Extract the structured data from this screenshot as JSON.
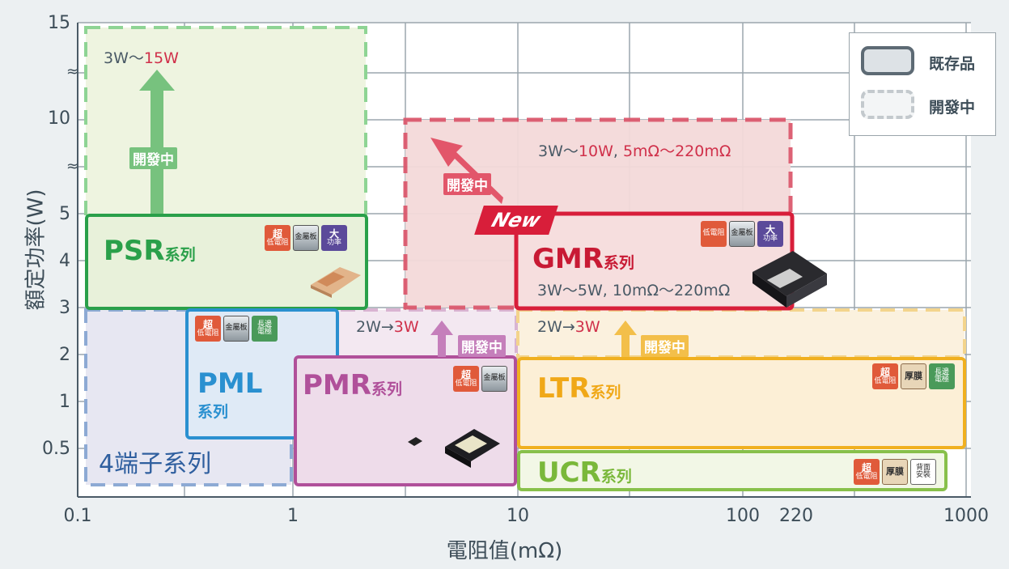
{
  "chart_data": {
    "type": "diagram",
    "xlabel": "電阻值(mΩ)",
    "ylabel": "額定功率(W)",
    "x_ticks": [
      "0.1",
      "1",
      "10",
      "100",
      "220",
      "1000"
    ],
    "y_ticks": [
      "15",
      "10",
      "5",
      "4",
      "3",
      "2",
      "1",
      "0.5"
    ],
    "x_scale": "log",
    "grid": true,
    "legend": {
      "position": "top-right",
      "existing_label": "既存品",
      "developing_label": "開發中"
    },
    "new_label": "New",
    "series": [
      {
        "id": "psr",
        "name": "PSR",
        "suffix": "系列",
        "status": "existing",
        "color": "#2aa04a",
        "badges": [
          {
            "type": "ultra",
            "top": "超",
            "bottom": "低電阻"
          },
          {
            "type": "metal",
            "top": "金屬板"
          },
          {
            "type": "power",
            "top": "大",
            "bottom": "功率"
          }
        ]
      },
      {
        "id": "psr-dev",
        "status": "developing",
        "color": "#7dcc86",
        "range_pre": "3W〜",
        "range_hl": "15W",
        "tag": "開發中"
      },
      {
        "id": "gmr",
        "name": "GMR",
        "suffix": "系列",
        "status": "existing",
        "color": "#d81e3a",
        "range": "3W〜5W, 10mΩ〜220mΩ",
        "badges": [
          {
            "type": "ultra",
            "top": "低電阻"
          },
          {
            "type": "metal",
            "top": "金屬板"
          },
          {
            "type": "power",
            "top": "大",
            "bottom": "功率"
          }
        ]
      },
      {
        "id": "gmr-dev",
        "status": "developing",
        "color": "#d84a5e",
        "range_segments": [
          "3W〜",
          "10W",
          ", ",
          "5mΩ〜220mΩ"
        ],
        "tag": "開發中"
      },
      {
        "id": "pml",
        "name": "PML",
        "suffix": "系列",
        "status": "existing",
        "color": "#2a90d0",
        "badges": [
          {
            "type": "ultra",
            "top": "超",
            "bottom": "低電阻"
          },
          {
            "type": "metal",
            "top": "金屬板"
          },
          {
            "type": "long",
            "top": "長邊",
            "bottom": "電極"
          }
        ]
      },
      {
        "id": "pmr",
        "name": "PMR",
        "suffix": "系列",
        "status": "existing",
        "color": "#b0509a",
        "badges": [
          {
            "type": "ultra",
            "top": "超",
            "bottom": "低電阻"
          },
          {
            "type": "metal",
            "top": "金屬板"
          }
        ]
      },
      {
        "id": "pmr-dev",
        "status": "developing",
        "color": "#c98fbe",
        "range_pre": "2W→",
        "range_hl": "3W",
        "tag": "開發中"
      },
      {
        "id": "ltr",
        "name": "LTR",
        "suffix": "系列",
        "status": "existing",
        "color": "#f0b020",
        "badges": [
          {
            "type": "ultra",
            "top": "超",
            "bottom": "低電阻"
          },
          {
            "type": "thick",
            "top": "厚膜"
          },
          {
            "type": "long",
            "top": "長邊",
            "bottom": "電極"
          }
        ]
      },
      {
        "id": "ltr-dev",
        "status": "developing",
        "color": "#f3c86a",
        "range_pre": "2W→",
        "range_hl": "3W",
        "tag": "開發中"
      },
      {
        "id": "ucr",
        "name": "UCR",
        "suffix": "系列",
        "status": "existing",
        "color": "#88c04a",
        "badges": [
          {
            "type": "ultra",
            "top": "超",
            "bottom": "低電阻"
          },
          {
            "type": "thick",
            "top": "厚膜"
          },
          {
            "type": "back",
            "top": "背面",
            "bottom": "安裝"
          }
        ]
      },
      {
        "id": "four-terminal",
        "name": "4端子系列",
        "status": "developing",
        "color": "#7f9fcf"
      }
    ]
  }
}
